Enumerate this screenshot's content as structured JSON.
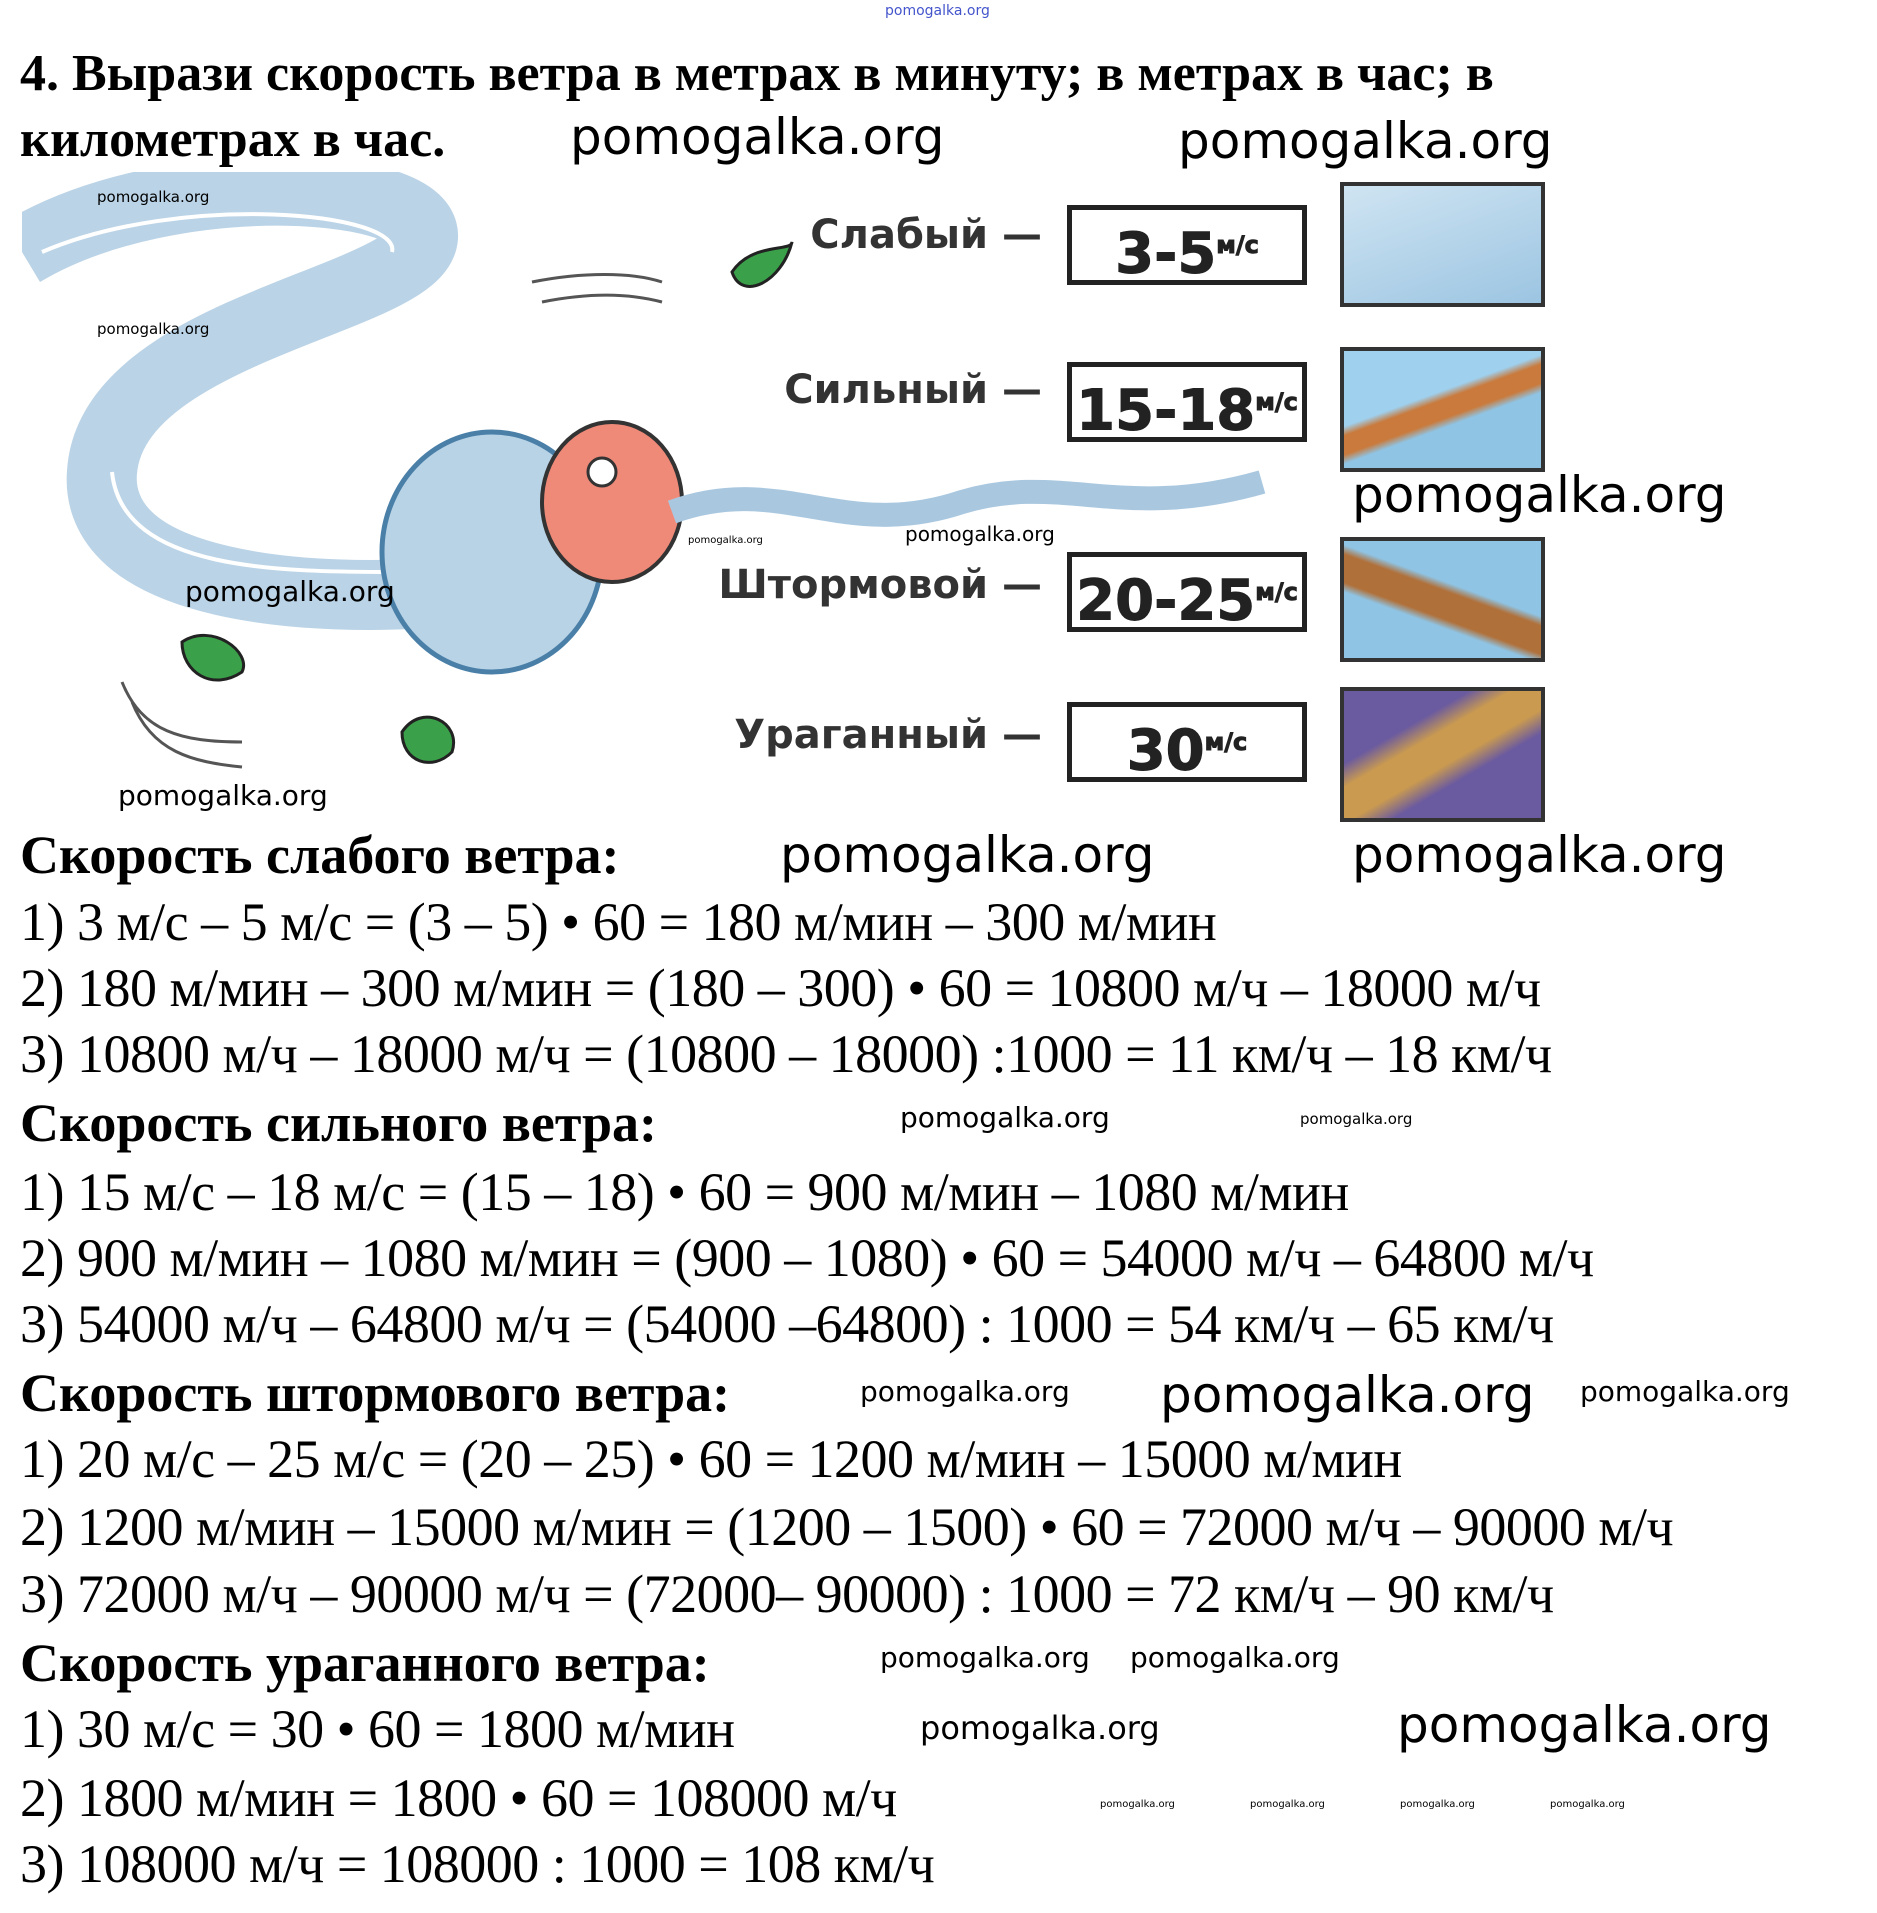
{
  "watermark": "pomogalka.org",
  "title_line1": "4. Вырази скорость ветра в метрах в минуту; в метрах в час; в",
  "title_line2": "километрах в час.",
  "illustration": {
    "rows": [
      {
        "label": "Слабый —",
        "value": "3-5",
        "unit": "м/с"
      },
      {
        "label": "Сильный —",
        "value": "15-18",
        "unit": "м/с"
      },
      {
        "label": "Штормовой —",
        "value": "20-25",
        "unit": "м/с"
      },
      {
        "label": "Ураганный —",
        "value": "30",
        "unit": "м/с"
      }
    ]
  },
  "sections": [
    {
      "heading": "Скорость слабого ветра:",
      "lines": [
        "1) 3 м/с – 5 м/с = (3 – 5) • 60 = 180 м/мин – 300 м/мин",
        "2) 180 м/мин – 300 м/мин = (180 – 300) • 60 = 10800 м/ч – 18000 м/ч",
        "3) 10800 м/ч – 18000 м/ч = (10800 – 18000) :1000 = 11 км/ч – 18 км/ч"
      ]
    },
    {
      "heading": "Скорость сильного ветра:",
      "lines": [
        "1) 15 м/с – 18 м/с = (15 – 18) • 60 = 900 м/мин – 1080 м/мин",
        "2) 900 м/мин – 1080 м/мин = (900 – 1080) • 60 = 54000 м/ч – 64800 м/ч",
        "3) 54000 м/ч – 64800 м/ч = (54000 –64800) : 1000 = 54 км/ч – 65 км/ч"
      ]
    },
    {
      "heading": "Скорость штормового ветра:",
      "lines": [
        "1) 20 м/с – 25 м/с = (20 – 25) • 60 = 1200 м/мин – 15000 м/мин",
        "2) 1200 м/мин – 15000 м/мин = (1200 – 1500) • 60 = 72000 м/ч – 90000 м/ч",
        "3) 72000 м/ч – 90000 м/ч = (72000– 90000) : 1000 = 72 км/ч – 90 км/ч"
      ]
    },
    {
      "heading": "Скорость ураганного ветра:",
      "lines": [
        "1) 30 м/с = 30 • 60 = 1800 м/мин",
        "2) 1800 м/мин = 1800 • 60 = 108000 м/ч",
        "3) 108000 м/ч = 108000 : 1000 = 108 км/ч"
      ]
    }
  ]
}
